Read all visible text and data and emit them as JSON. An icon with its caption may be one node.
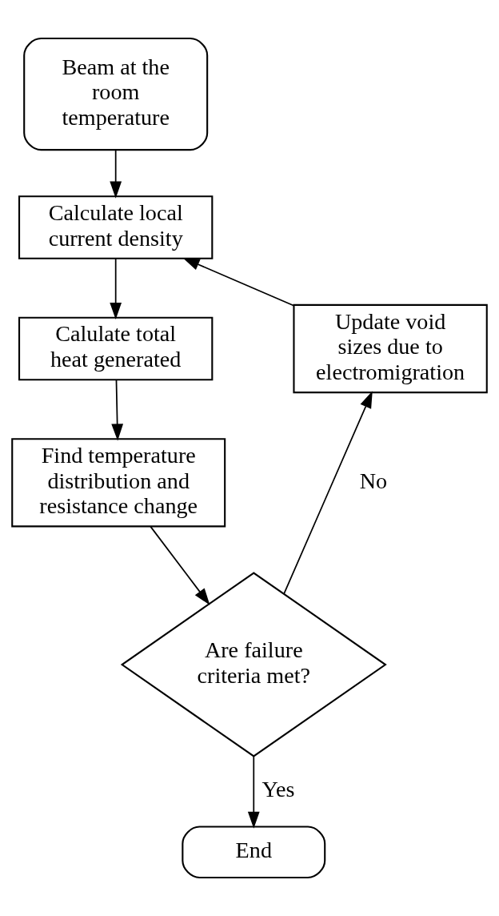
{
  "diagram": {
    "nodes": [
      {
        "text": [
          "Beam at the room temperature"
        ]
      },
      {
        "text": [
          "Calculate local current density"
        ]
      },
      {
        "text": [
          "Calulate total heat generated"
        ]
      },
      {
        "text": [
          "Find temperature distribution and resistance change"
        ]
      },
      {
        "text": [
          "Are failure criteria met?"
        ]
      },
      {
        "text": [
          "Update void sizes due to electromigration"
        ]
      },
      {
        "text": [
          "End"
        ]
      }
    ],
    "edges": [
      {
        "from": 0,
        "to": 1,
        "arrow": "to"
      },
      {
        "from": 1,
        "to": 2,
        "arrow": "to"
      },
      {
        "from": 2,
        "to": 3,
        "arrow": "to"
      },
      {
        "from": 3,
        "to": 4,
        "arrow": "to"
      },
      {
        "from": 4,
        "to": 5,
        "arrow": "to",
        "label": "No"
      },
      {
        "from": 5,
        "to": 1,
        "arrow": "to"
      },
      {
        "from": 4,
        "to": 6,
        "arrow": "to",
        "label": "Yes"
      }
    ]
  }
}
